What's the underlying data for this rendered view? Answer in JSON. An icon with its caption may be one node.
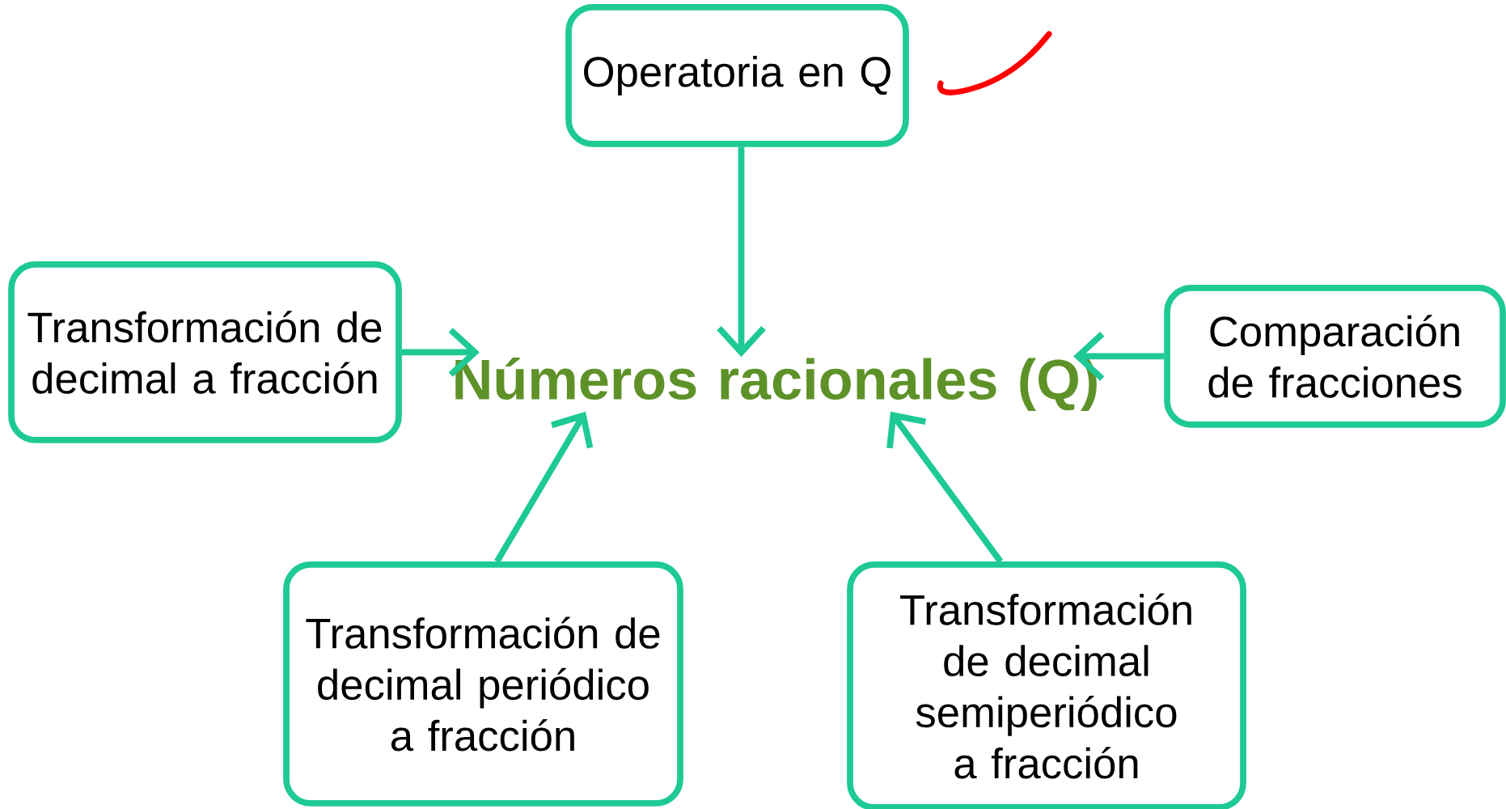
{
  "diagram": {
    "nodes": [
      {
        "text": [
          "Operatoria en Q"
        ]
      },
      {
        "text": [
          "Transformación de decimal a fracción"
        ]
      },
      {
        "text": [
          "Números racionales (Q)"
        ]
      },
      {
        "text": [
          "Comparación de fracciones"
        ]
      },
      {
        "text": [
          "Transformación de decimal periódico a fracción"
        ]
      },
      {
        "text": [
          "Transformación de decimal semiperiódico a fracción"
        ]
      }
    ],
    "edges": [
      {
        "from": 0,
        "to": 2,
        "arrow": "to"
      },
      {
        "from": 1,
        "to": 2,
        "arrow": "to"
      },
      {
        "from": 3,
        "to": 2,
        "arrow": "to"
      },
      {
        "from": 4,
        "to": 2,
        "arrow": "to"
      },
      {
        "from": 5,
        "to": 2,
        "arrow": "to"
      }
    ]
  }
}
